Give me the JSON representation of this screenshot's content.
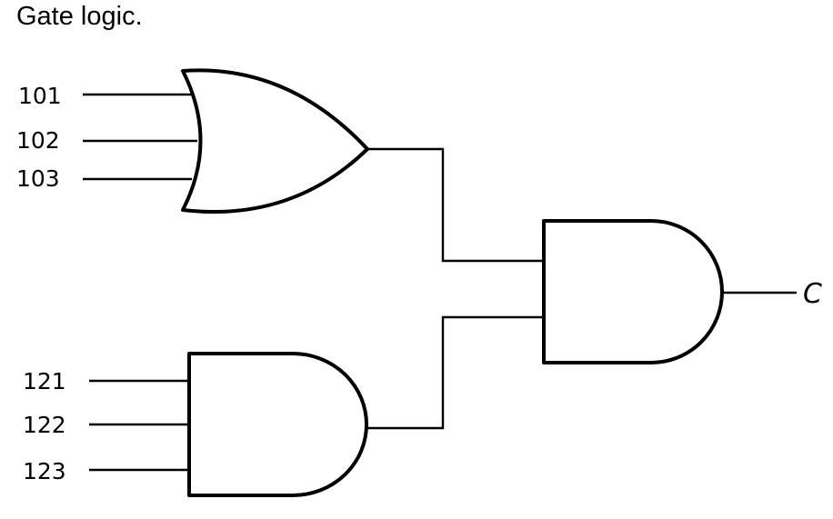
{
  "caption": "Gate logic.",
  "or_gate": {
    "type": "OR",
    "inputs": [
      "101",
      "102",
      "103"
    ]
  },
  "and_gate_lower": {
    "type": "AND",
    "inputs": [
      "121",
      "122",
      "123"
    ]
  },
  "and_gate_output": {
    "type": "AND",
    "output": "C"
  },
  "colors": {
    "line": "#000000",
    "background": "#ffffff"
  }
}
